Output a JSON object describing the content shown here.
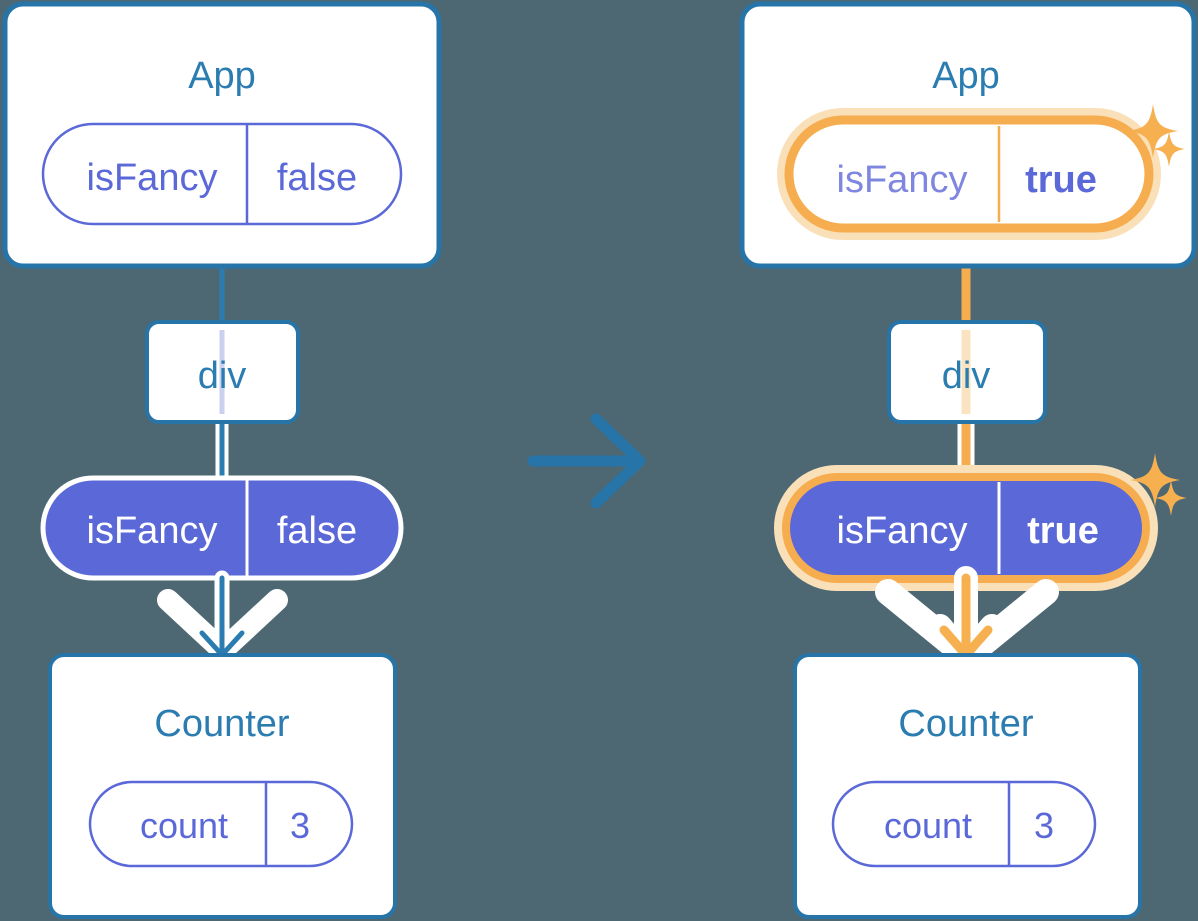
{
  "meta": {
    "title": "React state propagation diagram: isFancy false to true",
    "background_color": "#4d6873"
  },
  "palette": {
    "blue": "#2b7cb0",
    "blue_dark": "#2774a8",
    "title_blue": "#2b7cb0",
    "purple": "#5b68d8",
    "purple_text": "#5b68d8",
    "orange": "#f6ad4f",
    "orange_light": "#fae0b8",
    "orange_arrow": "#f7b04f",
    "white": "#ffffff",
    "card_bg": "#ffffff",
    "lavender_line": "#c9d1ee"
  },
  "diagrams": [
    {
      "id": "before",
      "side": "left",
      "app": {
        "label": "App",
        "state_pill": {
          "key": "isFancy",
          "value": "false",
          "highlighted": false,
          "value_bold": false
        }
      },
      "dom_node": {
        "label": "div"
      },
      "prop_pill": {
        "key": "isFancy",
        "value": "false",
        "highlighted": false,
        "value_bold": false
      },
      "counter": {
        "label": "Counter",
        "state_pill": {
          "key": "count",
          "value": "3"
        }
      },
      "sparkles": false,
      "flow_color": "#2b7cb0"
    },
    {
      "id": "after",
      "side": "right",
      "app": {
        "label": "App",
        "state_pill": {
          "key": "isFancy",
          "value": "true",
          "highlighted": true,
          "value_bold": true
        }
      },
      "dom_node": {
        "label": "div"
      },
      "prop_pill": {
        "key": "isFancy",
        "value": "true",
        "highlighted": true,
        "value_bold": true
      },
      "counter": {
        "label": "Counter",
        "state_pill": {
          "key": "count",
          "value": "3"
        }
      },
      "sparkles": true,
      "flow_color": "#f6ad4f"
    }
  ],
  "transition": {
    "icon": "arrow-right-icon",
    "color": "#2b7cb0"
  },
  "icons": {
    "sparkle_large": "sparkle-icon",
    "sparkle_small": "sparkle-small-icon",
    "arrow_right": "arrow-right-icon",
    "arrow_down": "arrow-down-icon"
  }
}
